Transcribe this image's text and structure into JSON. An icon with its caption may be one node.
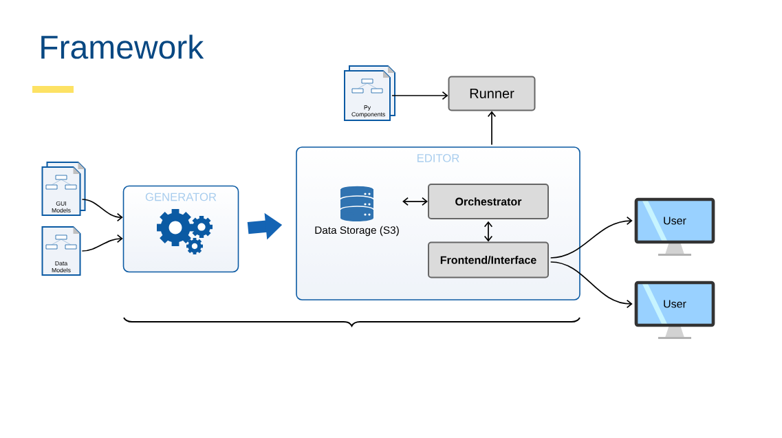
{
  "diagram": {
    "title": "Framework",
    "nodes": [
      {
        "text": [
          "GUI Models"
        ]
      },
      {
        "text": [
          "Data Models"
        ]
      },
      {
        "text": [
          "Py Components"
        ]
      },
      {
        "text": [
          "Runner"
        ]
      },
      {
        "text": [
          "GENERATOR"
        ]
      },
      {
        "text": [
          "EDITOR"
        ]
      },
      {
        "text": [
          "Data Storage (S3)"
        ],
        "in": 5
      },
      {
        "text": [
          "Orchestrator"
        ],
        "in": 5
      },
      {
        "text": [
          "Frontend/Interface"
        ],
        "in": 5
      },
      {
        "text": [
          "User"
        ]
      },
      {
        "text": [
          "User"
        ]
      }
    ],
    "edges": [
      {
        "from": 0,
        "to": 4,
        "arrow": "to"
      },
      {
        "from": 1,
        "to": 4,
        "arrow": "to"
      },
      {
        "from": 2,
        "to": 3,
        "arrow": "to"
      },
      {
        "from": 5,
        "to": 3,
        "arrow": "to"
      },
      {
        "from": 4,
        "to": 5,
        "arrow": "to",
        "style": "thick",
        "color": "#1464b4"
      },
      {
        "from": 6,
        "to": 7,
        "arrow": "both"
      },
      {
        "from": 7,
        "to": 8,
        "arrow": "both"
      },
      {
        "from": 8,
        "to": 9,
        "arrow": "to"
      },
      {
        "from": 8,
        "to": 10,
        "arrow": "to"
      }
    ]
  }
}
